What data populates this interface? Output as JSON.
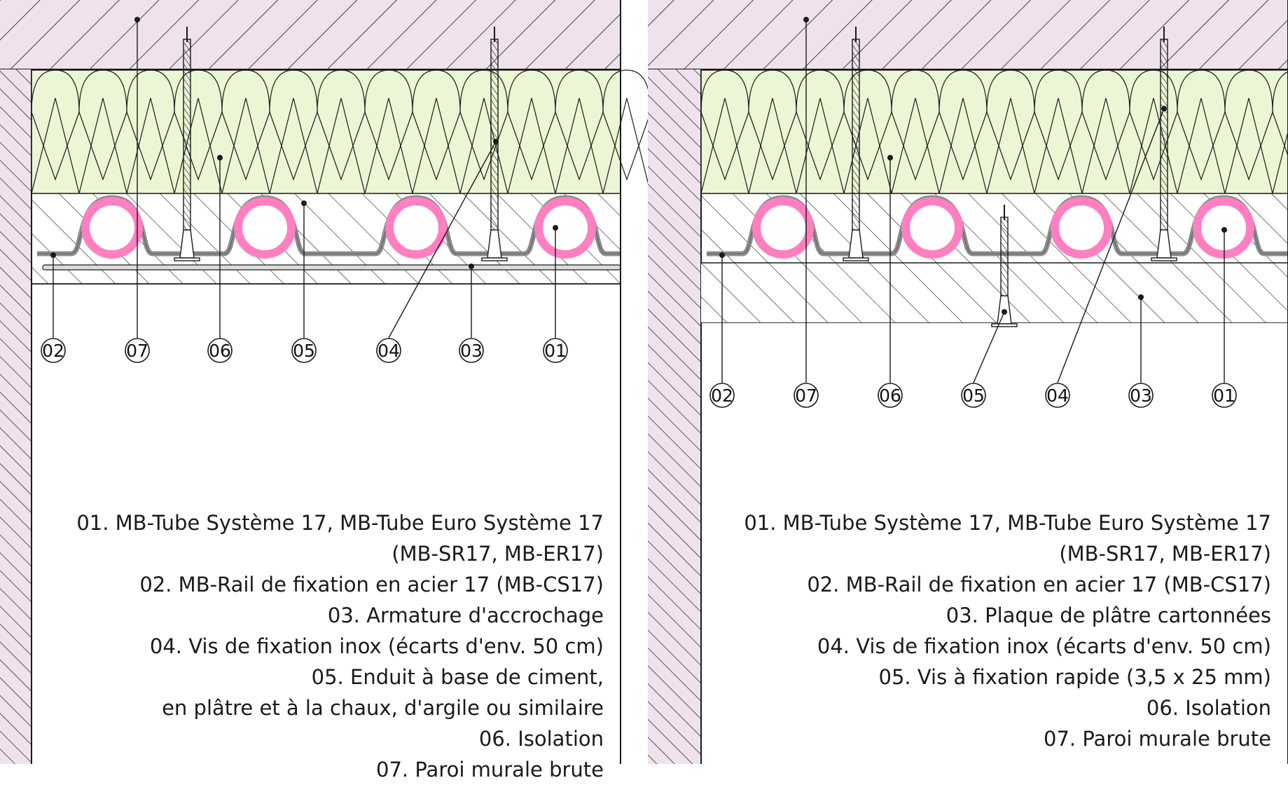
{
  "colors": {
    "ceiling_fill": "#efe2ec",
    "insulation_fill": "#eaf6d4",
    "wall_fill": "#ffffff",
    "tube_color": "#ff7fc0",
    "rail_color": "#8d8d8d",
    "line_color": "#1a1a1a"
  },
  "icons": [
    "screw-icon",
    "callout-circle-icon"
  ],
  "left_panel": {
    "callouts": [
      "02",
      "07",
      "06",
      "05",
      "04",
      "03",
      "01"
    ],
    "legend": [
      "01. MB-Tube Système 17, MB-Tube Euro Système 17",
      "(MB-SR17, MB-ER17)",
      "02. MB-Rail de fixation en acier 17 (MB-CS17)",
      "03. Armature d'accrochage",
      "04. Vis de fixation inox (écarts d'env. 50 cm)",
      "05. Enduit à base de ciment,",
      "en plâtre et à la chaux, d'argile ou similaire",
      "06. Isolation",
      "07. Paroi murale brute"
    ]
  },
  "right_panel": {
    "callouts": [
      "02",
      "07",
      "06",
      "05",
      "04",
      "03",
      "01"
    ],
    "legend": [
      "01. MB-Tube Système 17, MB-Tube Euro Système 17",
      "(MB-SR17, MB-ER17)",
      "02. MB-Rail de fixation en acier 17 (MB-CS17)",
      "03. Plaque de plâtre cartonnées",
      "04. Vis de fixation inox (écarts d'env. 50 cm)",
      "05. Vis à fixation rapide (3,5 x 25 mm)",
      "06. Isolation",
      "07. Paroi murale brute"
    ]
  }
}
